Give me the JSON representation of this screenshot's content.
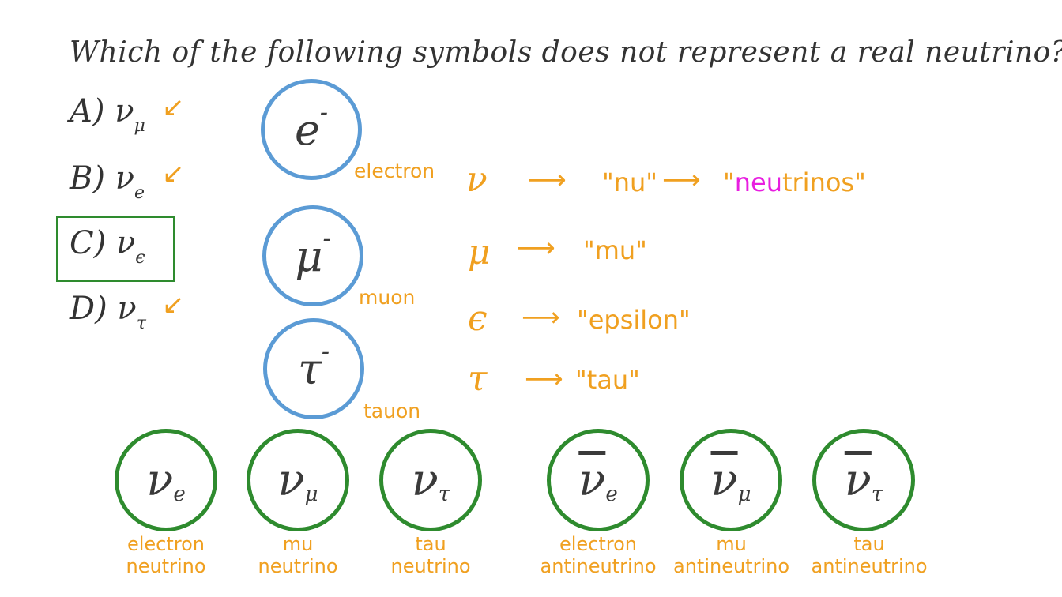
{
  "question": "Which of the following symbols does not represent a real neutrino?",
  "options": [
    {
      "letter": "A)",
      "symbol": "ν",
      "sub": "μ"
    },
    {
      "letter": "B)",
      "symbol": "ν",
      "sub": "e"
    },
    {
      "letter": "C)",
      "symbol": "ν",
      "sub": "ϵ"
    },
    {
      "letter": "D)",
      "symbol": "ν",
      "sub": "τ"
    }
  ],
  "leptons": [
    {
      "symbol": "e",
      "charge": "-",
      "name": "electron"
    },
    {
      "symbol": "μ",
      "charge": "-",
      "name": "muon"
    },
    {
      "symbol": "τ",
      "charge": "-",
      "name": "tauon"
    }
  ],
  "greek": [
    {
      "symbol": "ν",
      "reading": "\"nu\"",
      "extra_prefix": "\"",
      "extra_highlight": "neu",
      "extra_rest": "trinos\""
    },
    {
      "symbol": "μ",
      "reading": "\"mu\""
    },
    {
      "symbol": "ϵ",
      "reading": "\"epsilon\""
    },
    {
      "symbol": "τ",
      "reading": "\"tau\""
    }
  ],
  "neutrinos": [
    {
      "symbol": "ν",
      "sub": "e",
      "line1": "electron",
      "line2": "neutrino"
    },
    {
      "symbol": "ν",
      "sub": "μ",
      "line1": "mu",
      "line2": "neutrino"
    },
    {
      "symbol": "ν",
      "sub": "τ",
      "line1": "tau",
      "line2": "neutrino"
    },
    {
      "symbol": "ν",
      "sub": "e",
      "line1": "electron",
      "line2": "antineutrino"
    },
    {
      "symbol": "ν",
      "sub": "μ",
      "line1": "mu",
      "line2": "antineutrino"
    },
    {
      "symbol": "ν",
      "sub": "τ",
      "line1": "tau",
      "line2": "antineutrino"
    }
  ],
  "colors": {
    "orange": "#f0a020",
    "blue": "#5b9bd5",
    "green": "#2e8b2e",
    "pink": "#e81ee0"
  }
}
